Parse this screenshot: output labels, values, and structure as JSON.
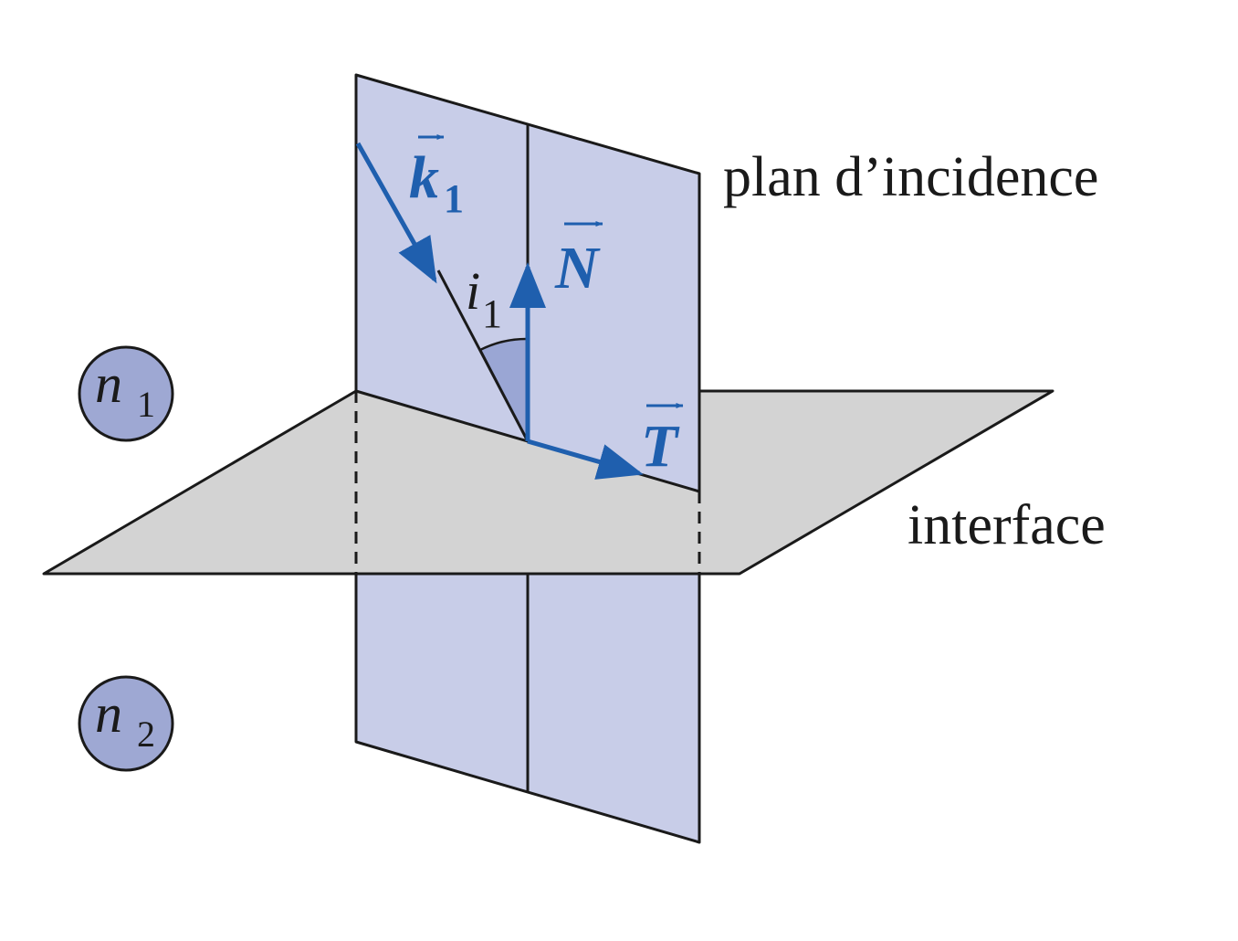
{
  "labels": {
    "incidence_plane": "plan d’incidence",
    "interface": "interface",
    "wave_vector_letter": "k",
    "wave_vector_subscript": "1",
    "normal_letter": "N",
    "tangent_letter": "T",
    "angle_letter": "i",
    "angle_subscript": "1",
    "medium1_letter": "n",
    "medium1_subscript": "1",
    "medium2_letter": "n",
    "medium2_subscript": "2"
  },
  "colors": {
    "vector_blue": "#1f5fae",
    "plane_fill": "#c8cde8",
    "interface_fill": "#d3d3d3",
    "angle_fill": "#9aa6d4",
    "medium_circle": "#9ea8d3",
    "line": "#1a1a1a"
  }
}
